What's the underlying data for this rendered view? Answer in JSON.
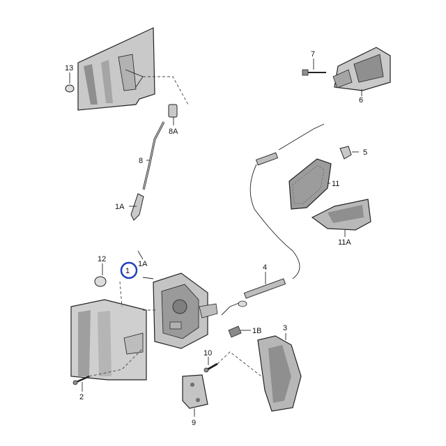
{
  "callouts": [
    {
      "id": "13",
      "text": "13"
    },
    {
      "id": "7",
      "text": "7"
    },
    {
      "id": "6",
      "text": "6"
    },
    {
      "id": "8A",
      "text": "8A"
    },
    {
      "id": "5",
      "text": "5"
    },
    {
      "id": "8",
      "text": "8"
    },
    {
      "id": "11",
      "text": "11"
    },
    {
      "id": "1A-top",
      "text": "1A"
    },
    {
      "id": "11A",
      "text": "11A"
    },
    {
      "id": "12",
      "text": "12"
    },
    {
      "id": "1-marker",
      "text": "1"
    },
    {
      "id": "1A-mid",
      "text": "1A"
    },
    {
      "id": "4",
      "text": "4"
    },
    {
      "id": "1B",
      "text": "1B"
    },
    {
      "id": "3",
      "text": "3"
    },
    {
      "id": "10",
      "text": "10"
    },
    {
      "id": "2",
      "text": "2"
    },
    {
      "id": "9",
      "text": "9"
    }
  ],
  "colors": {
    "part_fill": "#c9c9c9",
    "part_dark": "#8f8f8f",
    "highlight_ring": "#1f3fbf",
    "line": "#222222"
  }
}
